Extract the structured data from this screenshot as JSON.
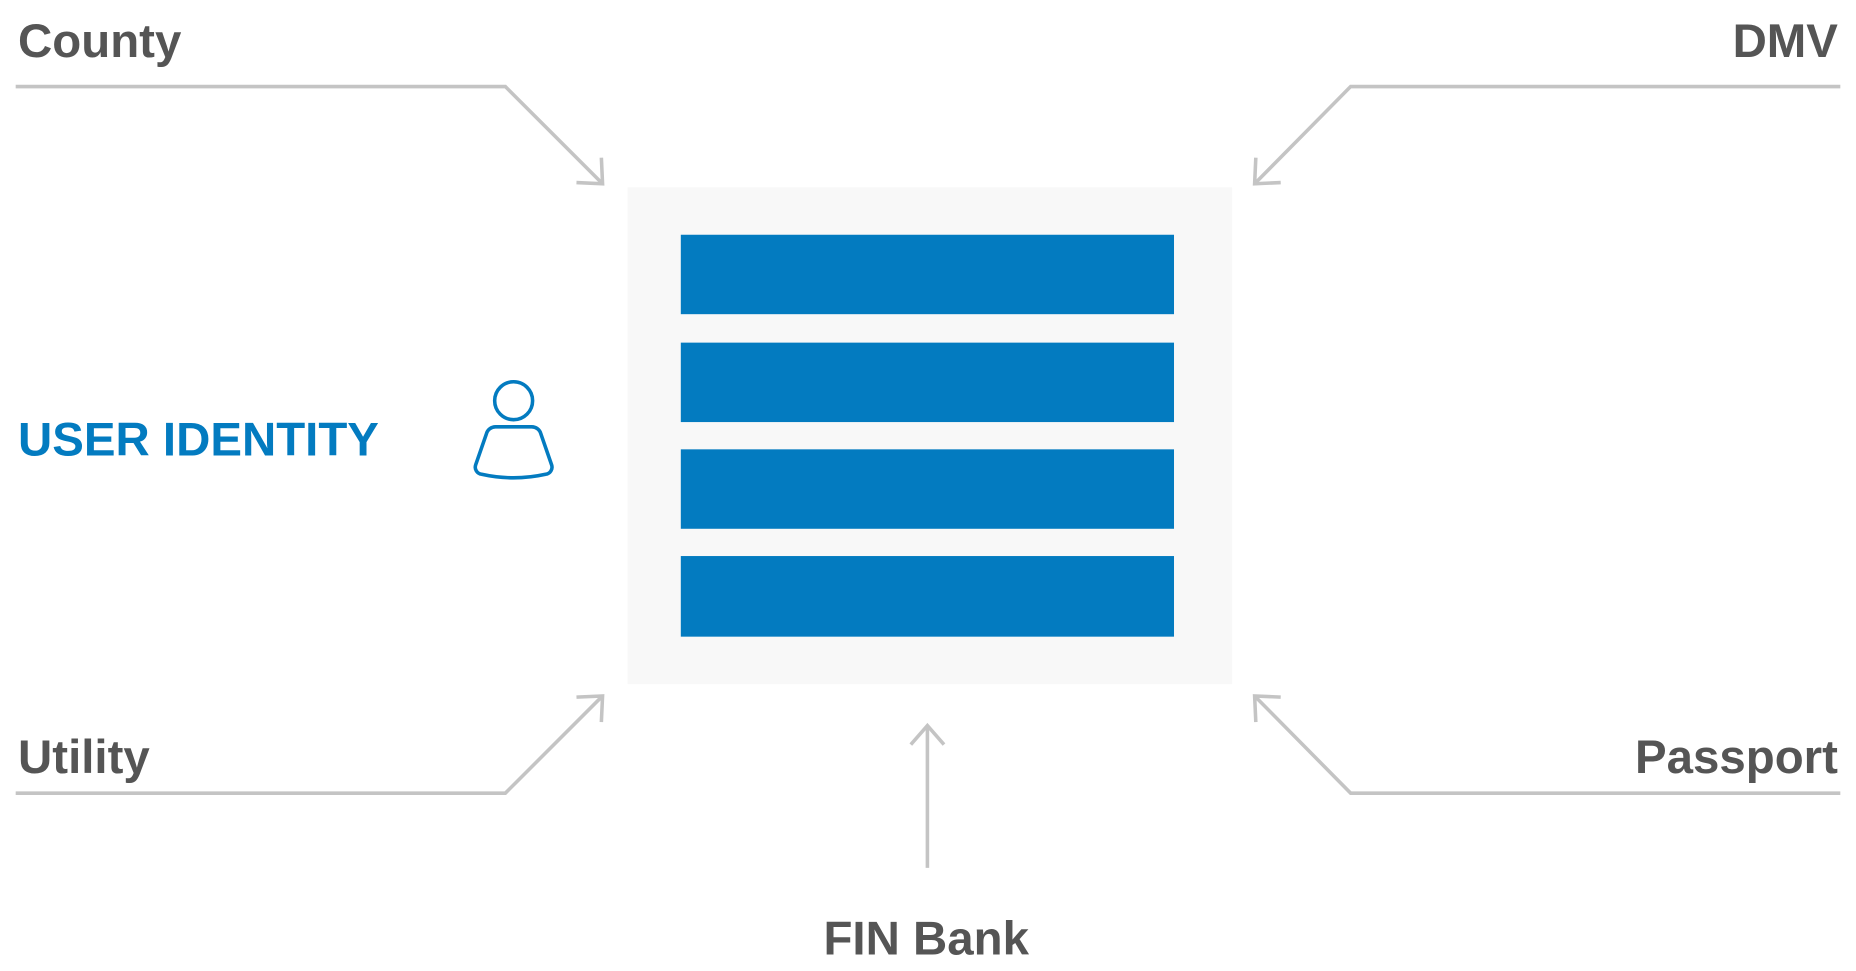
{
  "sources": {
    "county": "County",
    "dmv": "DMV",
    "utility": "Utility",
    "passport": "Passport",
    "fin_bank": "FIN Bank"
  },
  "center": {
    "label": "USER IDENTITY",
    "icon": "person-icon",
    "record_count": 4
  },
  "colors": {
    "accent": "#037bc0",
    "text": "#555555",
    "arrow": "#c4c4c4",
    "panel": "#f8f8f8"
  }
}
